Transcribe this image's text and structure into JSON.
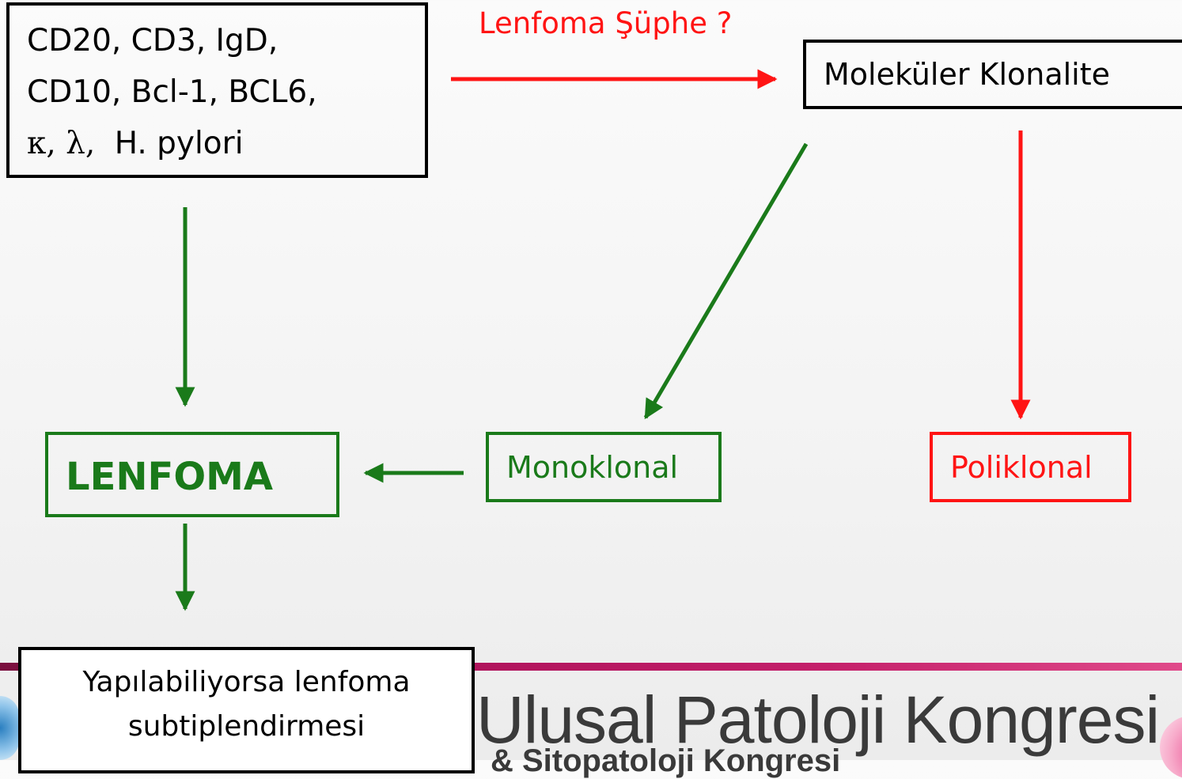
{
  "markers_box": {
    "line1": "CD20, CD3, IgD,",
    "line2": "CD10, Bcl-1, BCL6,",
    "line3_greek": "κ, λ,",
    "line3_text": "H. pylori"
  },
  "suspicion_label": "Lenfoma Şüphe ?",
  "molecular_box": "Moleküler Klonalite",
  "lymphoma_box": "LENFOMA",
  "monoclonal_box": "Monoklonal",
  "polyclonal_box": "Poliklonal",
  "subtype_box": {
    "line1": "Yapılabiliyorsa lenfoma",
    "line2": "subtiplendirmesi"
  },
  "footer": {
    "title": "Ulusal Patoloji Kongresi",
    "subtitle": "& Sitopatoloji Kongresi"
  },
  "colors": {
    "green": "#1a7a1a",
    "red": "#ff1414",
    "black": "#000000"
  }
}
